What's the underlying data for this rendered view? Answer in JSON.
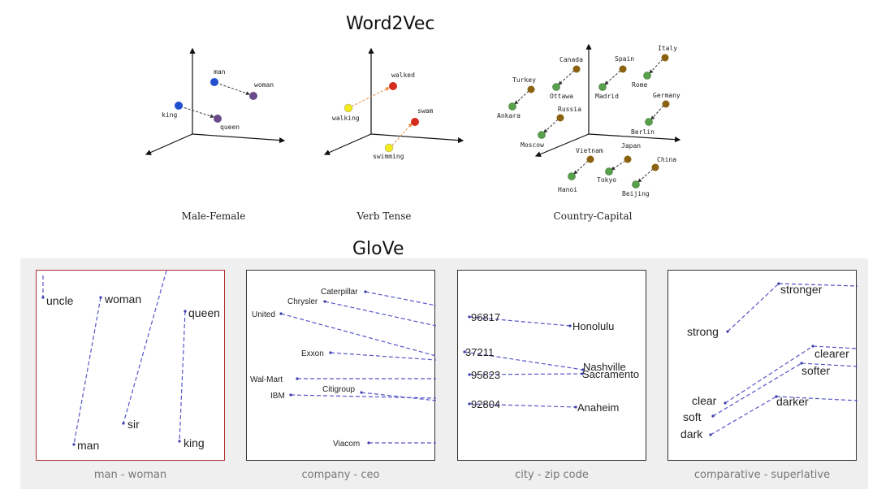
{
  "word2vec": {
    "title": "Word2Vec",
    "diagrams": [
      {
        "caption": "Male-Female",
        "words": [
          "man",
          "woman",
          "king",
          "queen"
        ]
      },
      {
        "caption": "Verb Tense",
        "words": [
          "walked",
          "walking",
          "swam",
          "swimming"
        ]
      },
      {
        "caption": "Country-Capital",
        "words": [
          "Canada",
          "Spain",
          "Italy",
          "Turkey",
          "Ottawa",
          "Madrid",
          "Rome",
          "Ankara",
          "Russia",
          "Germany",
          "Moscow",
          "Berlin",
          "Vietnam",
          "Japan",
          "China",
          "Tokyo",
          "Hanoi",
          "Beijing"
        ]
      }
    ],
    "colors": {
      "male": "#2250d0",
      "female": "#6a4a8a",
      "verb_past": "#d42d1f",
      "verb_ing": "#f2ea1a",
      "country": "#8a6210",
      "capital": "#59a04a",
      "arrow_gender": "#333333",
      "arrow_verb": "#e8893a"
    }
  },
  "glove": {
    "title": "GloVe",
    "panels": [
      {
        "caption": "man - woman",
        "words": [
          "uncle",
          "woman",
          "queen",
          "sir",
          "man",
          "king"
        ]
      },
      {
        "caption": "company - ceo",
        "words": [
          "Caterpillar",
          "Chrysler",
          "United",
          "Exxon",
          "Wal-Mart",
          "Citigroup",
          "IBM",
          "Viacom"
        ]
      },
      {
        "caption": "city - zip code",
        "words": [
          "96817",
          "Honolulu",
          "37211",
          "Nashville",
          "95823",
          "Sacramento",
          "92804",
          "Anaheim"
        ]
      },
      {
        "caption": "comparative - superlative",
        "words": [
          "stronger",
          "strong",
          "clearer",
          "softer",
          "clear",
          "darker",
          "soft",
          "dark"
        ]
      }
    ],
    "colors": {
      "line": "#5555c8",
      "highlight_border": "#b03030"
    }
  }
}
